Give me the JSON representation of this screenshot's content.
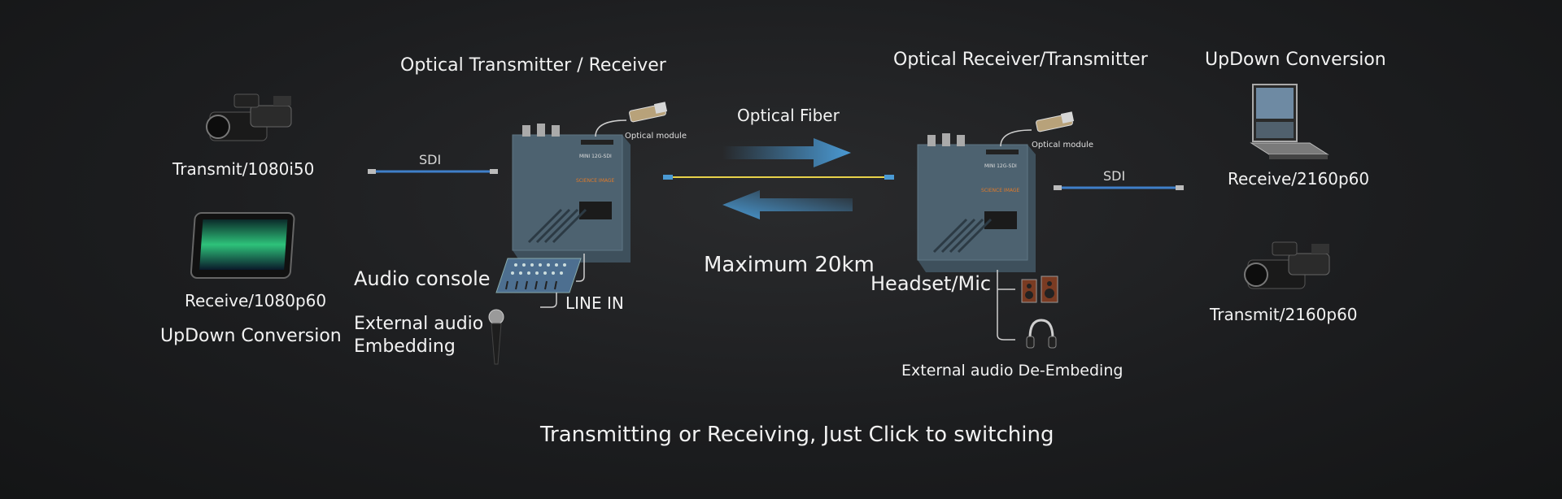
{
  "labels": {
    "tx_rx_title": "Optical Transmitter / Receiver",
    "rx_tx_title": "Optical Receiver/Transmitter",
    "updown_right": "UpDown Conversion",
    "optical_fiber": "Optical Fiber",
    "maximum": "Maximum 20km",
    "transmit_1080": "Transmit/1080i50",
    "receive_1080": "Receive/1080p60",
    "updown_left": "UpDown Conversion",
    "sdi_left": "SDI",
    "sdi_right": "SDI",
    "optical_module_left": "Optical module",
    "optical_module_right": "Optical module",
    "audio_console": "Audio console",
    "line_in": "LINE IN",
    "external_audio_line1": "External audio",
    "external_audio_line2": "Embedding",
    "headset_mic": "Headset/Mic",
    "external_deembed": "External audio De-Embeding",
    "receive_2160": "Receive/2160p60",
    "transmit_2160": "Transmit/2160p60",
    "footer": "Transmitting or Receiving,  Just Click to switching"
  },
  "colors": {
    "arrow_blue": "#4a9ad4",
    "device_body": "#4d6270",
    "device_accent": "#e07a2a",
    "cable_blue": "#3f7fc9",
    "fiber_yellow": "#e8d24a"
  },
  "icons": [
    "camera-icon",
    "monitor-icon",
    "optical-module-icon",
    "audio-console-icon",
    "microphone-icon",
    "speakers-icon",
    "headset-icon",
    "studio-monitor-icon"
  ]
}
